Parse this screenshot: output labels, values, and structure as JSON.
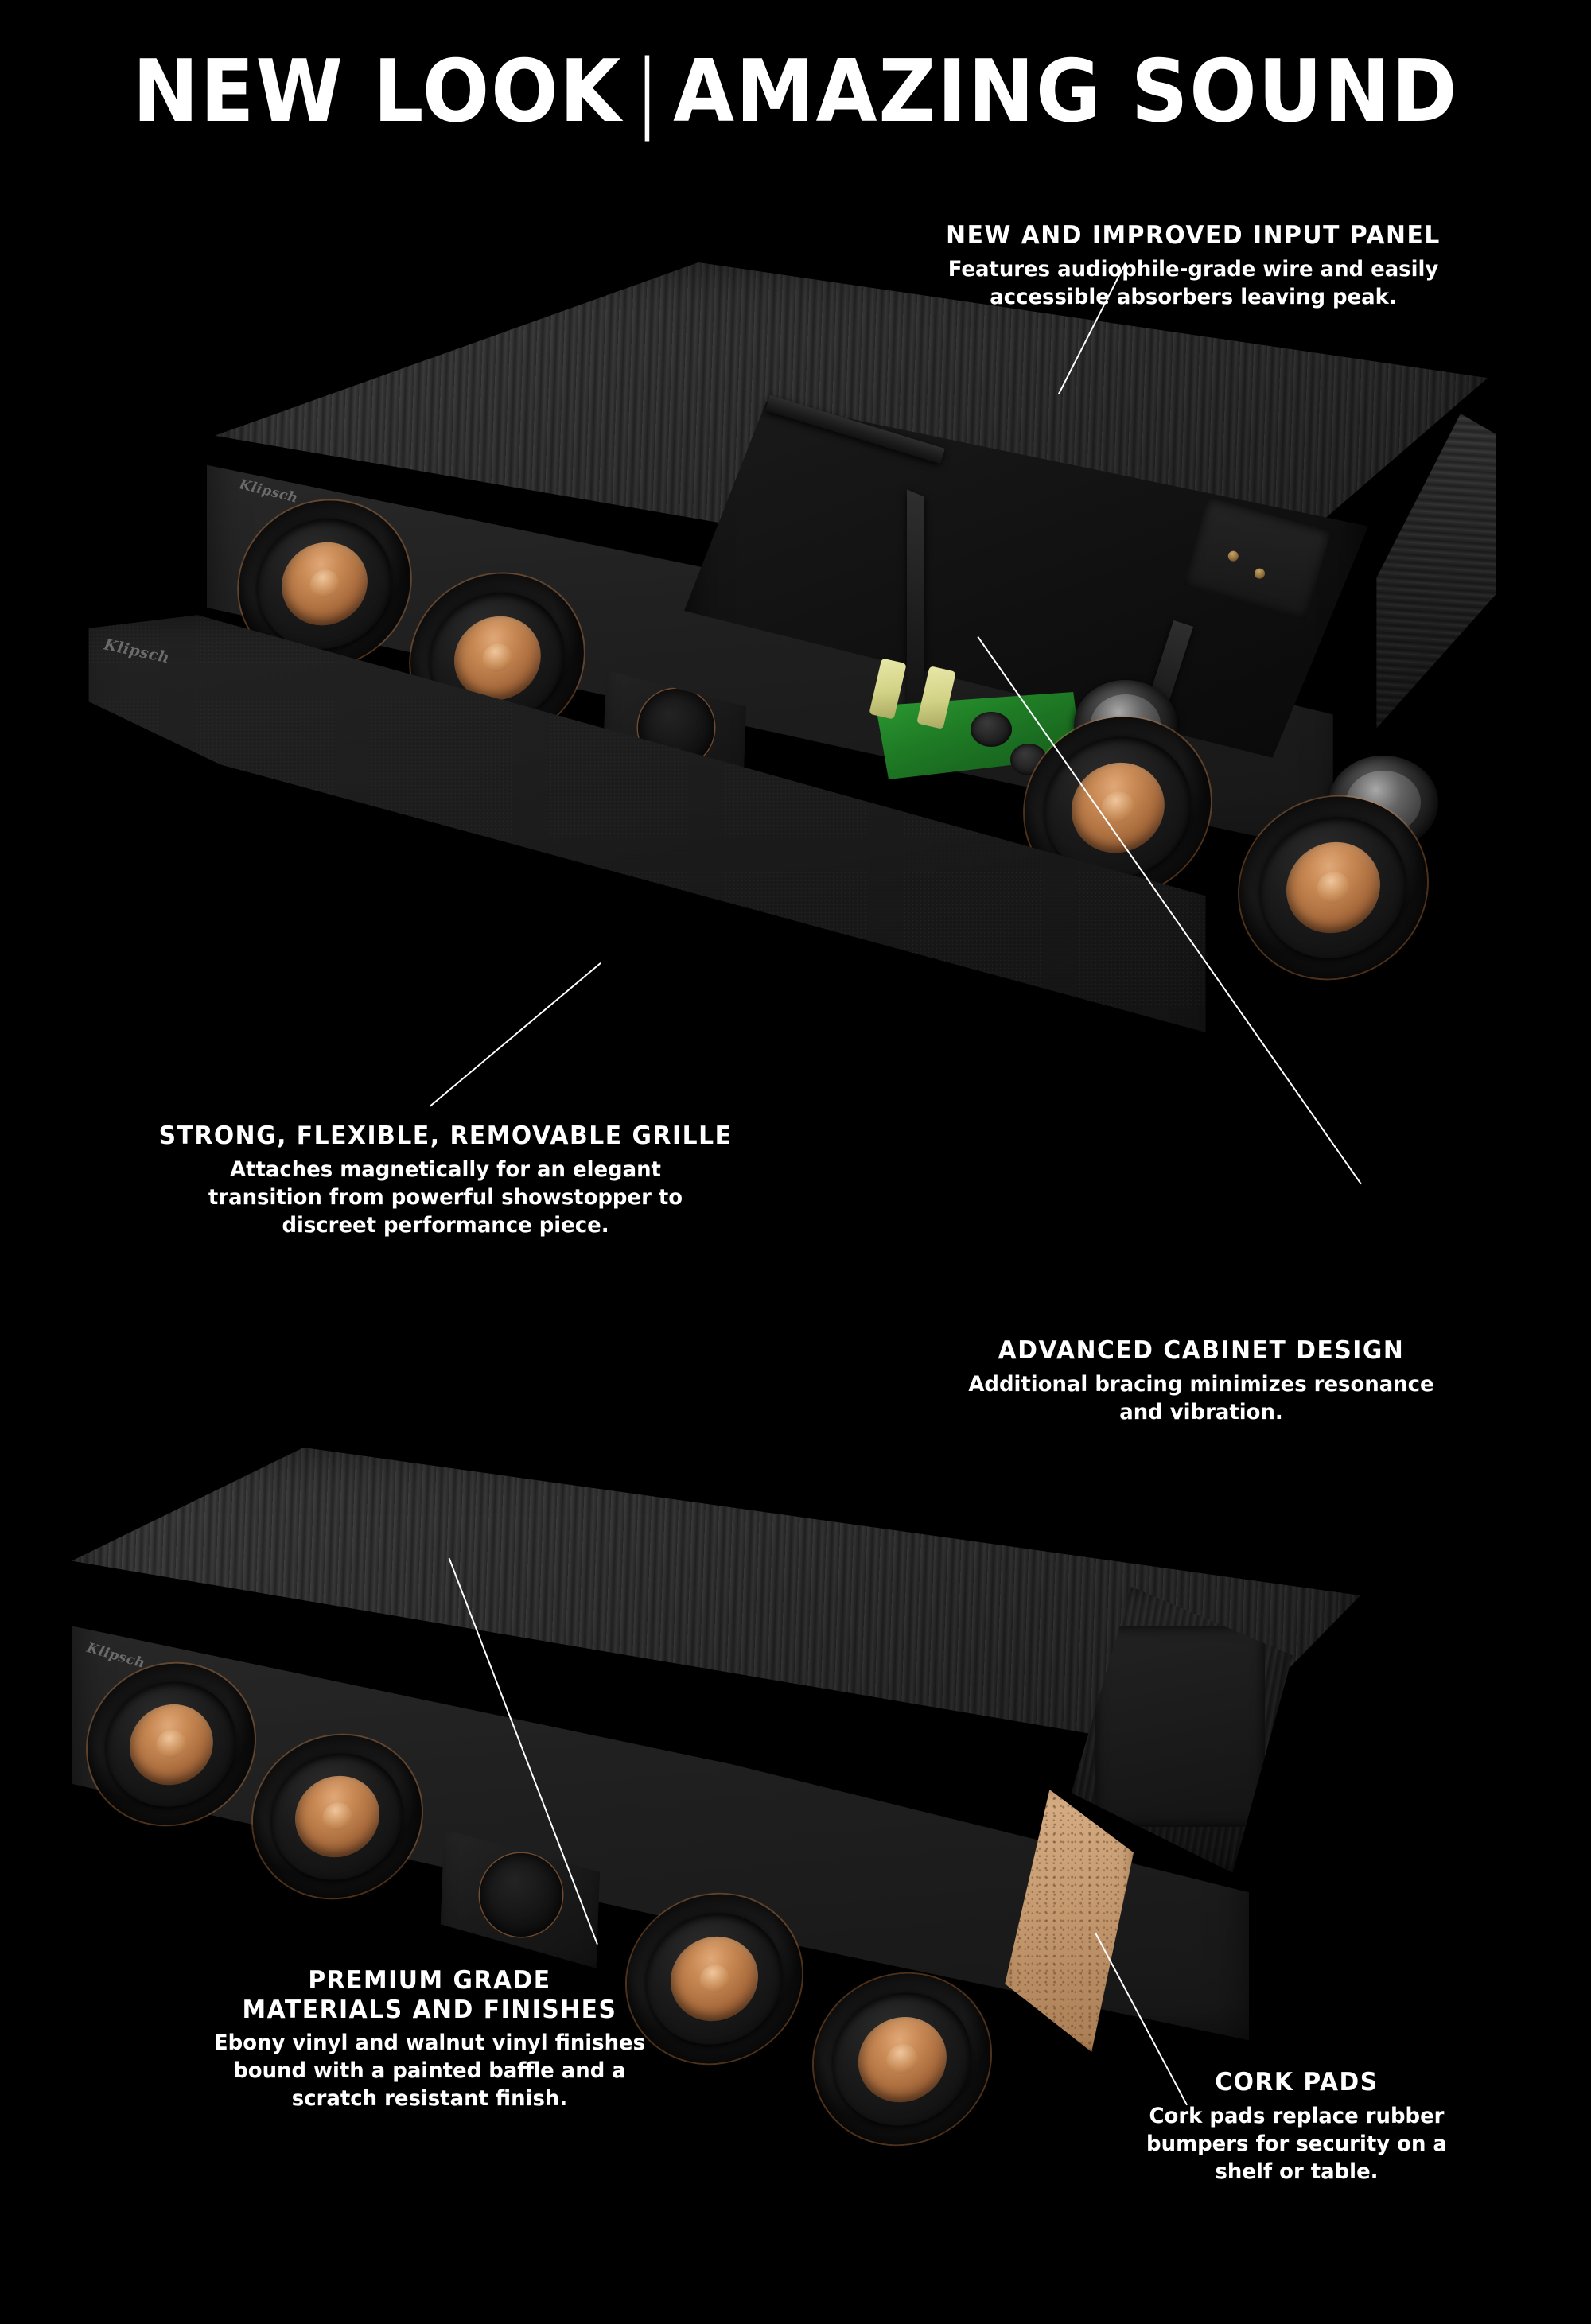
{
  "headline": {
    "left": "NEW LOOK",
    "separator": "|",
    "right": "AMAZING SOUND"
  },
  "brand": "Klipsch",
  "callouts": [
    {
      "id": "input-panel",
      "heading": "NEW AND IMPROVED INPUT PANEL",
      "body": "Features audiophile-grade wire and easily\naccessible absorbers leaving peak."
    },
    {
      "id": "grille",
      "heading": "STRONG, FLEXIBLE, REMOVABLE GRILLE",
      "body": "Attaches magnetically for an elegant\ntransition from powerful showstopper to\ndiscreet performance piece."
    },
    {
      "id": "cabinet",
      "heading": "ADVANCED CABINET DESIGN",
      "body": "Additional bracing minimizes resonance\nand vibration."
    },
    {
      "id": "materials",
      "heading": "PREMIUM GRADE\nMATERIALS AND FINISHES",
      "body": "Ebony vinyl and walnut vinyl finishes\nbound with a painted baffle and a\nscratch resistant finish."
    },
    {
      "id": "cork-pads",
      "heading": "CORK PADS",
      "body": "Cork pads replace rubber\nbumpers for security on a\nshelf or table."
    }
  ],
  "colors": {
    "background": "#000000",
    "text": "#ffffff",
    "cone_copper": "#c98a55",
    "cork_tan": "#c59a70",
    "pcb_green": "#1e7a24",
    "cabinet_black": "#1e1e1e"
  },
  "speakers": [
    {
      "id": "cutaway-speaker",
      "label": "top-cutaway-view"
    },
    {
      "id": "solid-speaker",
      "label": "bottom-finished-view"
    }
  ]
}
